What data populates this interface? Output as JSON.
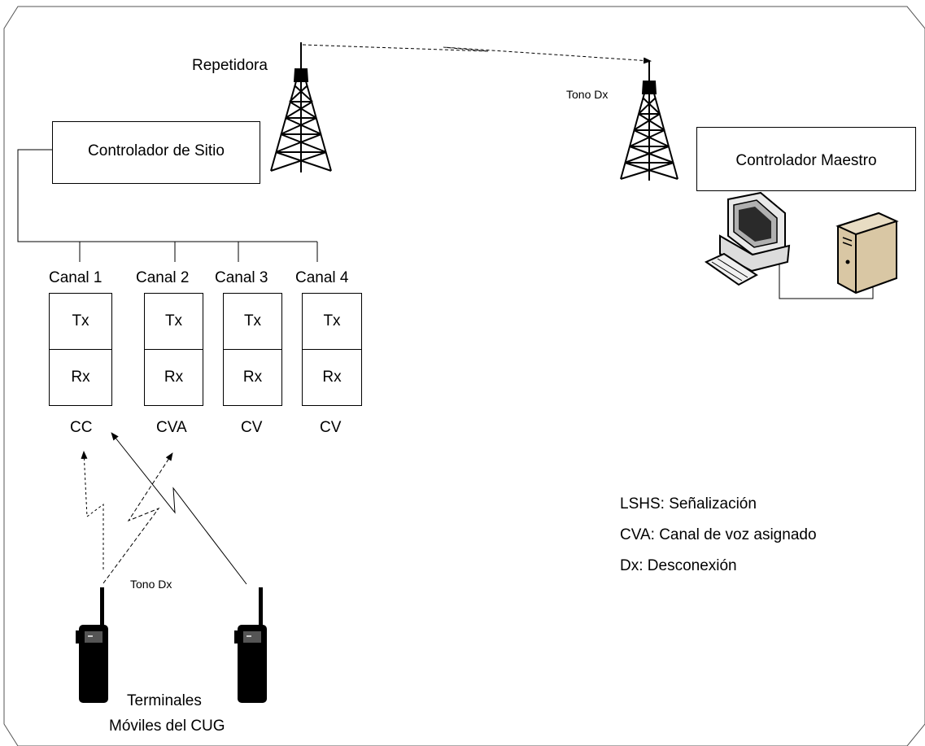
{
  "repeater_label": "Repetidora",
  "tone_top_label": "Tono Dx",
  "site_controller": "Controlador de Sitio",
  "master_controller": "Controlador Maestro",
  "channels": [
    {
      "name": "Canal 1",
      "tx": "Tx",
      "rx": "Rx",
      "type": "CC"
    },
    {
      "name": "Canal 2",
      "tx": "Tx",
      "rx": "Rx",
      "type": "CVA"
    },
    {
      "name": "Canal 3",
      "tx": "Tx",
      "rx": "Rx",
      "type": "CV"
    },
    {
      "name": "Canal 4",
      "tx": "Tx",
      "rx": "Rx",
      "type": "CV"
    }
  ],
  "tone_bottom_label": "Tono Dx",
  "terminals_label_line1": "Terminales",
  "terminals_label_line2": "Móviles del CUG",
  "legend": [
    "LSHS: Señalización",
    "CVA: Canal de voz asignado",
    "Dx: Desconexión"
  ]
}
